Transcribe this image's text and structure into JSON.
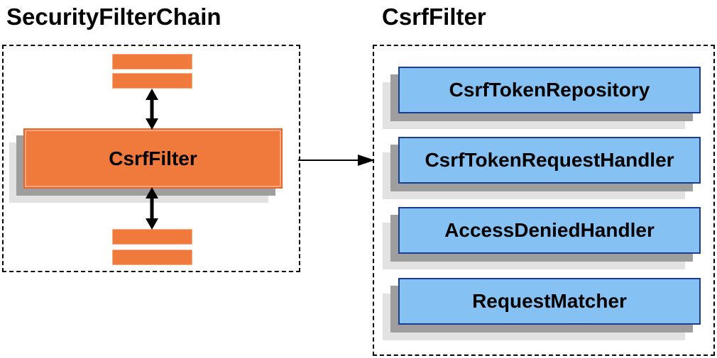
{
  "diagram": {
    "left_panel": {
      "title": "SecurityFilterChain",
      "filter_node_label": "CsrfFilter"
    },
    "right_panel": {
      "title": "CsrfFilter",
      "components": [
        {
          "label": "CsrfTokenRepository"
        },
        {
          "label": "CsrfTokenRequestHandler"
        },
        {
          "label": "AccessDeniedHandler"
        },
        {
          "label": "RequestMatcher"
        }
      ]
    },
    "colors": {
      "orange_fill": "#f0793c",
      "orange_border": "#e8652c",
      "orange_bar_border": "#f9ab81",
      "blue_fill": "#85c1f2",
      "blue_border": "#1b3d91",
      "shadow_dark": "#9e9e9e",
      "shadow_light": "#e2e2e2",
      "line_color": "#000000"
    }
  }
}
